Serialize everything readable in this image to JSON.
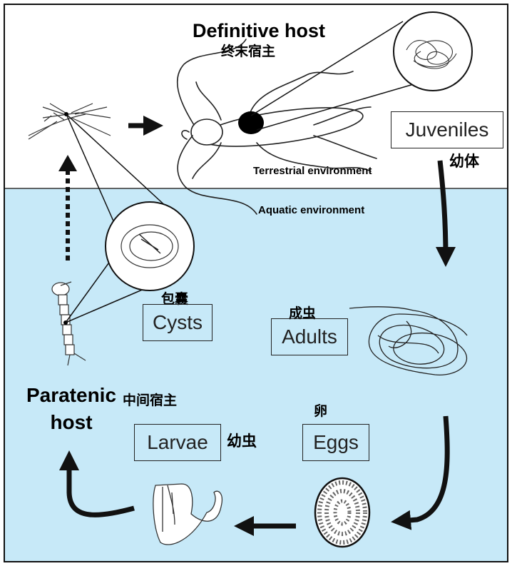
{
  "colors": {
    "terrestrial_bg": "#ffffff",
    "aquatic_bg": "#c7e9f8",
    "outline": "#111111",
    "arrow": "#111111"
  },
  "sections": {
    "definitive_host_en": "Definitive host",
    "definitive_host_zh": "终末宿主",
    "terrestrial": "Terrestrial environment",
    "aquatic": "Aquatic environment",
    "paratenic_host_en": "Paratenic host",
    "paratenic_host_zh": "中间宿主"
  },
  "stages": {
    "juveniles_en": "Juveniles",
    "juveniles_zh": "幼体",
    "adults_en": "Adults",
    "adults_zh": "成虫",
    "eggs_en": "Eggs",
    "eggs_zh": "卵",
    "larvae_en": "Larvae",
    "larvae_zh": "幼虫",
    "cysts_en": "Cysts",
    "cysts_zh": "包囊"
  },
  "icons": [
    "cricket-icon",
    "mosquito-icon",
    "mosquito-larva-icon",
    "worm-tangle-icon",
    "egg-icon",
    "insect-larva-icon",
    "magnified-juvenile-icon",
    "magnified-cyst-icon"
  ]
}
